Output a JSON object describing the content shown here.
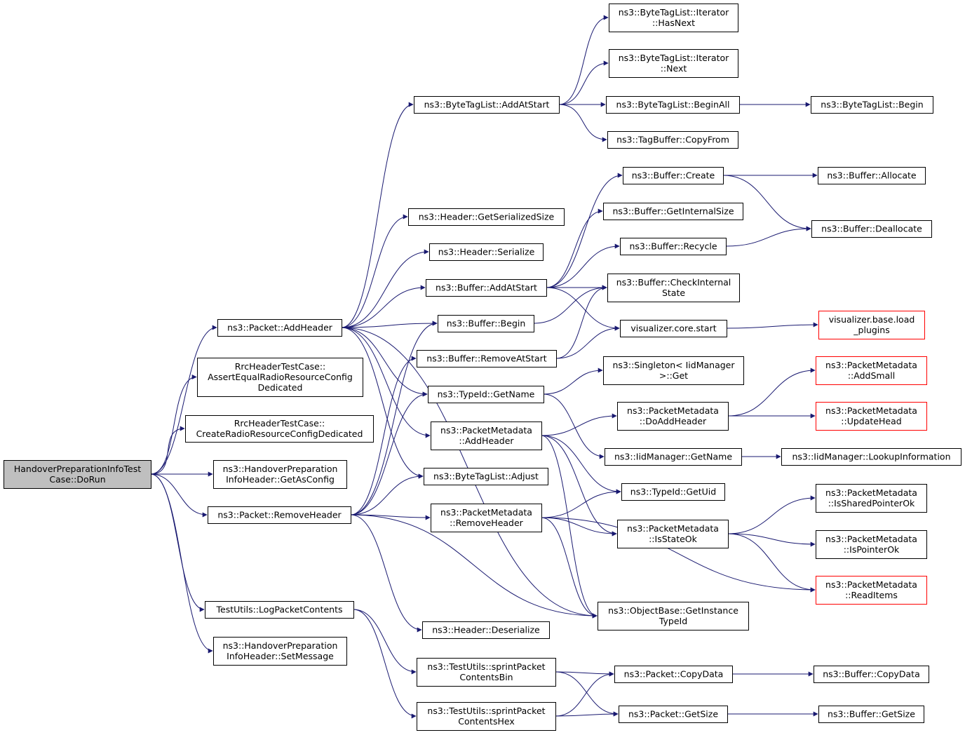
{
  "diagram": {
    "type": "call-graph",
    "colors": {
      "edge": "#191970",
      "root_fill": "#bfbfbf",
      "node_border": "#000000",
      "truncated_border": "#ff0000"
    },
    "nodes": [
      {
        "id": "root",
        "lines": [
          "HandoverPreparationInfoTest",
          "Case::DoRun"
        ],
        "style": "root"
      },
      {
        "id": "addheader",
        "lines": [
          "ns3::Packet::AddHeader"
        ]
      },
      {
        "id": "assertequal",
        "lines": [
          "RrcHeaderTestCase::",
          "AssertEqualRadioResourceConfig",
          "Dedicated"
        ]
      },
      {
        "id": "createradio",
        "lines": [
          "RrcHeaderTestCase::",
          "CreateRadioResourceConfigDedicated"
        ]
      },
      {
        "id": "getasconfig",
        "lines": [
          "ns3::HandoverPreparation",
          "InfoHeader::GetAsConfig"
        ]
      },
      {
        "id": "removeheader",
        "lines": [
          "ns3::Packet::RemoveHeader"
        ]
      },
      {
        "id": "logpacket",
        "lines": [
          "TestUtils::LogPacketContents"
        ]
      },
      {
        "id": "setmessage",
        "lines": [
          "ns3::HandoverPreparation",
          "InfoHeader::SetMessage"
        ]
      },
      {
        "id": "btl_addatstart",
        "lines": [
          "ns3::ByteTagList::AddAtStart"
        ]
      },
      {
        "id": "getserialized",
        "lines": [
          "ns3::Header::GetSerializedSize"
        ]
      },
      {
        "id": "serialize",
        "lines": [
          "ns3::Header::Serialize"
        ]
      },
      {
        "id": "buf_addatstart",
        "lines": [
          "ns3::Buffer::AddAtStart"
        ]
      },
      {
        "id": "buf_begin",
        "lines": [
          "ns3::Buffer::Begin"
        ]
      },
      {
        "id": "buf_removeatstart",
        "lines": [
          "ns3::Buffer::RemoveAtStart"
        ]
      },
      {
        "id": "typeid_getname",
        "lines": [
          "ns3::TypeId::GetName"
        ]
      },
      {
        "id": "pm_addheader",
        "lines": [
          "ns3::PacketMetadata",
          "::AddHeader"
        ]
      },
      {
        "id": "btl_adjust",
        "lines": [
          "ns3::ByteTagList::Adjust"
        ]
      },
      {
        "id": "pm_removeheader",
        "lines": [
          "ns3::PacketMetadata",
          "::RemoveHeader"
        ]
      },
      {
        "id": "deserialize",
        "lines": [
          "ns3::Header::Deserialize"
        ]
      },
      {
        "id": "sprint_bin",
        "lines": [
          "ns3::TestUtils::sprintPacket",
          "ContentsBin"
        ]
      },
      {
        "id": "sprint_hex",
        "lines": [
          "ns3::TestUtils::sprintPacket",
          "ContentsHex"
        ]
      },
      {
        "id": "it_hasnext",
        "lines": [
          "ns3::ByteTagList::Iterator",
          "::HasNext"
        ]
      },
      {
        "id": "it_next",
        "lines": [
          "ns3::ByteTagList::Iterator",
          "::Next"
        ]
      },
      {
        "id": "btl_beginall",
        "lines": [
          "ns3::ByteTagList::BeginAll"
        ]
      },
      {
        "id": "tagbuf_copyfrom",
        "lines": [
          "ns3::TagBuffer::CopyFrom"
        ]
      },
      {
        "id": "buf_create",
        "lines": [
          "ns3::Buffer::Create"
        ]
      },
      {
        "id": "buf_getinternalsize",
        "lines": [
          "ns3::Buffer::GetInternalSize"
        ]
      },
      {
        "id": "buf_recycle",
        "lines": [
          "ns3::Buffer::Recycle"
        ]
      },
      {
        "id": "buf_checkinternal",
        "lines": [
          "ns3::Buffer::CheckInternal",
          "State"
        ]
      },
      {
        "id": "vis_core_start",
        "lines": [
          "visualizer.core.start"
        ]
      },
      {
        "id": "singleton_get",
        "lines": [
          "ns3::Singleton< IidManager",
          ">::Get"
        ]
      },
      {
        "id": "pm_doaddheader",
        "lines": [
          "ns3::PacketMetadata",
          "::DoAddHeader"
        ]
      },
      {
        "id": "iid_getname",
        "lines": [
          "ns3::IidManager::GetName"
        ]
      },
      {
        "id": "typeid_getuid",
        "lines": [
          "ns3::TypeId::GetUid"
        ]
      },
      {
        "id": "pm_isstateok",
        "lines": [
          "ns3::PacketMetadata",
          "::IsStateOk"
        ]
      },
      {
        "id": "objbase_getinstance",
        "lines": [
          "ns3::ObjectBase::GetInstance",
          "TypeId"
        ]
      },
      {
        "id": "pkt_copydata",
        "lines": [
          "ns3::Packet::CopyData"
        ]
      },
      {
        "id": "pkt_getsize",
        "lines": [
          "ns3::Packet::GetSize"
        ]
      },
      {
        "id": "btl_begin",
        "lines": [
          "ns3::ByteTagList::Begin"
        ]
      },
      {
        "id": "buf_allocate",
        "lines": [
          "ns3::Buffer::Allocate"
        ]
      },
      {
        "id": "buf_deallocate",
        "lines": [
          "ns3::Buffer::Deallocate"
        ]
      },
      {
        "id": "vis_load_plugins",
        "lines": [
          "visualizer.base.load",
          "_plugins"
        ],
        "style": "truncated"
      },
      {
        "id": "pm_addsmall",
        "lines": [
          "ns3::PacketMetadata",
          "::AddSmall"
        ],
        "style": "truncated"
      },
      {
        "id": "pm_updatehead",
        "lines": [
          "ns3::PacketMetadata",
          "::UpdateHead"
        ],
        "style": "truncated"
      },
      {
        "id": "iid_lookup",
        "lines": [
          "ns3::IidManager::LookupInformation"
        ]
      },
      {
        "id": "pm_issharedptr",
        "lines": [
          "ns3::PacketMetadata",
          "::IsSharedPointerOk"
        ]
      },
      {
        "id": "pm_ispointer",
        "lines": [
          "ns3::PacketMetadata",
          "::IsPointerOk"
        ]
      },
      {
        "id": "pm_readitems",
        "lines": [
          "ns3::PacketMetadata",
          "::ReadItems"
        ],
        "style": "truncated"
      },
      {
        "id": "buf_copydata",
        "lines": [
          "ns3::Buffer::CopyData"
        ]
      },
      {
        "id": "buf_getsize",
        "lines": [
          "ns3::Buffer::GetSize"
        ]
      }
    ],
    "edges": [
      [
        "root",
        "addheader"
      ],
      [
        "root",
        "assertequal"
      ],
      [
        "root",
        "createradio"
      ],
      [
        "root",
        "getasconfig"
      ],
      [
        "root",
        "removeheader"
      ],
      [
        "root",
        "logpacket"
      ],
      [
        "root",
        "setmessage"
      ],
      [
        "addheader",
        "btl_addatstart"
      ],
      [
        "addheader",
        "getserialized"
      ],
      [
        "addheader",
        "serialize"
      ],
      [
        "addheader",
        "buf_addatstart"
      ],
      [
        "addheader",
        "buf_begin"
      ],
      [
        "addheader",
        "typeid_getname"
      ],
      [
        "addheader",
        "pm_addheader"
      ],
      [
        "addheader",
        "btl_adjust"
      ],
      [
        "addheader",
        "objbase_getinstance"
      ],
      [
        "removeheader",
        "buf_begin"
      ],
      [
        "removeheader",
        "buf_removeatstart"
      ],
      [
        "removeheader",
        "typeid_getname"
      ],
      [
        "removeheader",
        "btl_adjust"
      ],
      [
        "removeheader",
        "pm_removeheader"
      ],
      [
        "removeheader",
        "deserialize"
      ],
      [
        "removeheader",
        "objbase_getinstance"
      ],
      [
        "logpacket",
        "sprint_bin"
      ],
      [
        "logpacket",
        "sprint_hex"
      ],
      [
        "btl_addatstart",
        "it_hasnext"
      ],
      [
        "btl_addatstart",
        "it_next"
      ],
      [
        "btl_addatstart",
        "btl_beginall"
      ],
      [
        "btl_addatstart",
        "tagbuf_copyfrom"
      ],
      [
        "buf_addatstart",
        "buf_create"
      ],
      [
        "buf_addatstart",
        "buf_getinternalsize"
      ],
      [
        "buf_addatstart",
        "buf_recycle"
      ],
      [
        "buf_addatstart",
        "buf_checkinternal"
      ],
      [
        "buf_addatstart",
        "vis_core_start"
      ],
      [
        "buf_begin",
        "buf_checkinternal"
      ],
      [
        "buf_removeatstart",
        "buf_checkinternal"
      ],
      [
        "buf_removeatstart",
        "vis_core_start"
      ],
      [
        "typeid_getname",
        "singleton_get"
      ],
      [
        "typeid_getname",
        "iid_getname"
      ],
      [
        "pm_addheader",
        "pm_doaddheader"
      ],
      [
        "pm_addheader",
        "typeid_getuid"
      ],
      [
        "pm_addheader",
        "pm_isstateok"
      ],
      [
        "pm_addheader",
        "objbase_getinstance"
      ],
      [
        "pm_removeheader",
        "typeid_getuid"
      ],
      [
        "pm_removeheader",
        "pm_isstateok"
      ],
      [
        "pm_removeheader",
        "pm_readitems"
      ],
      [
        "pm_removeheader",
        "objbase_getinstance"
      ],
      [
        "sprint_bin",
        "pkt_copydata"
      ],
      [
        "sprint_bin",
        "pkt_getsize"
      ],
      [
        "sprint_hex",
        "pkt_copydata"
      ],
      [
        "sprint_hex",
        "pkt_getsize"
      ],
      [
        "btl_beginall",
        "btl_begin"
      ],
      [
        "buf_create",
        "buf_allocate"
      ],
      [
        "buf_create",
        "buf_deallocate"
      ],
      [
        "buf_recycle",
        "buf_deallocate"
      ],
      [
        "vis_core_start",
        "vis_load_plugins"
      ],
      [
        "pm_doaddheader",
        "pm_addsmall"
      ],
      [
        "pm_doaddheader",
        "pm_updatehead"
      ],
      [
        "iid_getname",
        "iid_lookup"
      ],
      [
        "pm_isstateok",
        "pm_issharedptr"
      ],
      [
        "pm_isstateok",
        "pm_ispointer"
      ],
      [
        "pm_isstateok",
        "pm_readitems"
      ],
      [
        "pkt_copydata",
        "buf_copydata"
      ],
      [
        "pkt_getsize",
        "buf_getsize"
      ]
    ]
  }
}
